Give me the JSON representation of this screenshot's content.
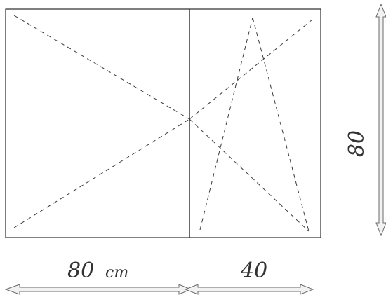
{
  "dimensions": {
    "left_width": "80",
    "left_width_unit": "cm",
    "right_width": "40",
    "height": "80"
  },
  "colors": {
    "line": "#2a2a2a",
    "dash": "#3a3a3a",
    "arrow_fill": "#f2f2f2",
    "arrow_stroke": "#6a6a6a",
    "text": "#333333"
  }
}
